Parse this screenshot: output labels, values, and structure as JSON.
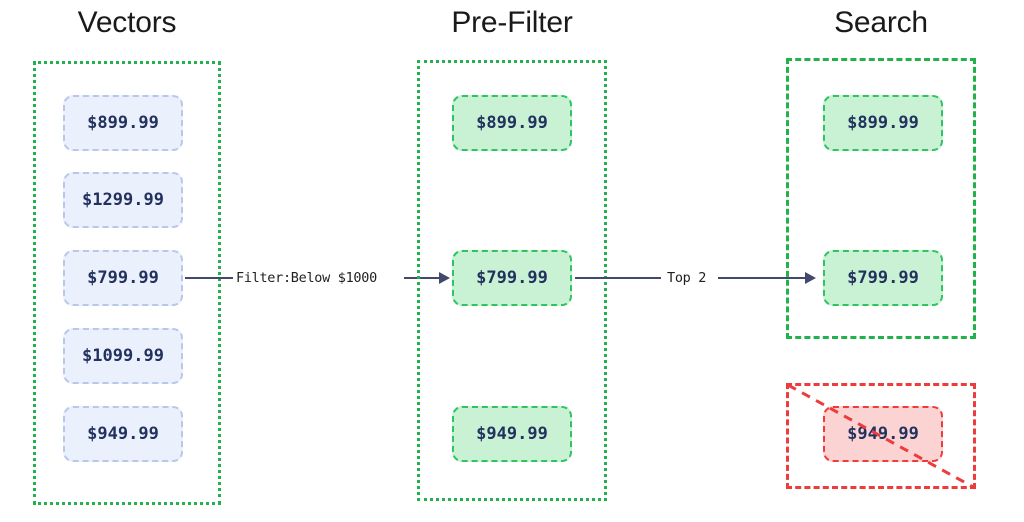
{
  "diagram": {
    "title_vectors": "Vectors",
    "title_prefilter": "Pre-Filter",
    "title_search": "Search",
    "colors": {
      "green": "#22b14c",
      "green_chip_fill": "#c9f2d5",
      "green_chip_border": "#2ec45f",
      "blue_chip_fill": "#eaf0fc",
      "blue_chip_border": "#b9c8ea",
      "red": "#ee3b3b",
      "red_chip_fill": "#fbd3d3",
      "connector": "#414a6b",
      "text_navy": "#22315e",
      "title_text": "#1a1a1a"
    }
  },
  "columns": {
    "vectors": {
      "label": "Vectors",
      "items": [
        {
          "value": "$899.99"
        },
        {
          "value": "$1299.99"
        },
        {
          "value": "$799.99"
        },
        {
          "value": "$1099.99"
        },
        {
          "value": "$949.99"
        }
      ]
    },
    "prefilter": {
      "label": "Pre-Filter",
      "items": [
        {
          "value": "$899.99"
        },
        {
          "value": "$799.99"
        },
        {
          "value": "$949.99"
        }
      ]
    },
    "search": {
      "label": "Search",
      "kept": [
        {
          "value": "$899.99"
        },
        {
          "value": "$799.99"
        }
      ],
      "rejected": [
        {
          "value": "$949.99"
        }
      ]
    }
  },
  "connectors": [
    {
      "label": "Filter:Below $1000"
    },
    {
      "label": "Top 2"
    }
  ]
}
